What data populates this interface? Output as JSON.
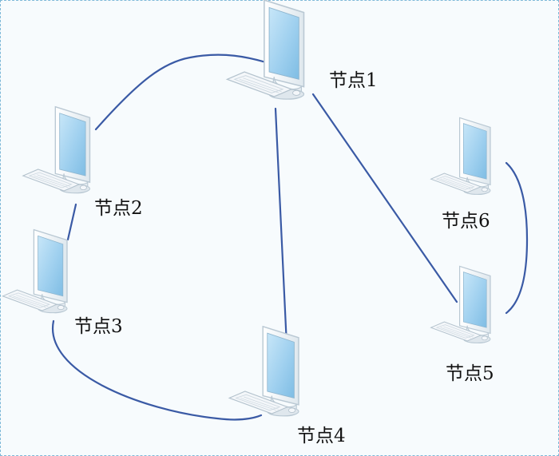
{
  "nodes": [
    {
      "id": "n1",
      "label": "节点1"
    },
    {
      "id": "n2",
      "label": "节点2"
    },
    {
      "id": "n3",
      "label": "节点3"
    },
    {
      "id": "n4",
      "label": "节点4"
    },
    {
      "id": "n5",
      "label": "节点5"
    },
    {
      "id": "n6",
      "label": "节点6"
    }
  ],
  "edges": [
    {
      "from": "节点1",
      "to": "节点2"
    },
    {
      "from": "节点1",
      "to": "节点4"
    },
    {
      "from": "节点1",
      "to": "节点5"
    },
    {
      "from": "节点2",
      "to": "节点3"
    },
    {
      "from": "节点3",
      "to": "节点4"
    },
    {
      "from": "节点5",
      "to": "节点6"
    }
  ],
  "colors": {
    "edge": "#3a5aa5",
    "screen": "#9fd0ef",
    "bezel": "#eef4f8",
    "frame_border": "#7db8d8"
  },
  "icon": "computer-icon"
}
